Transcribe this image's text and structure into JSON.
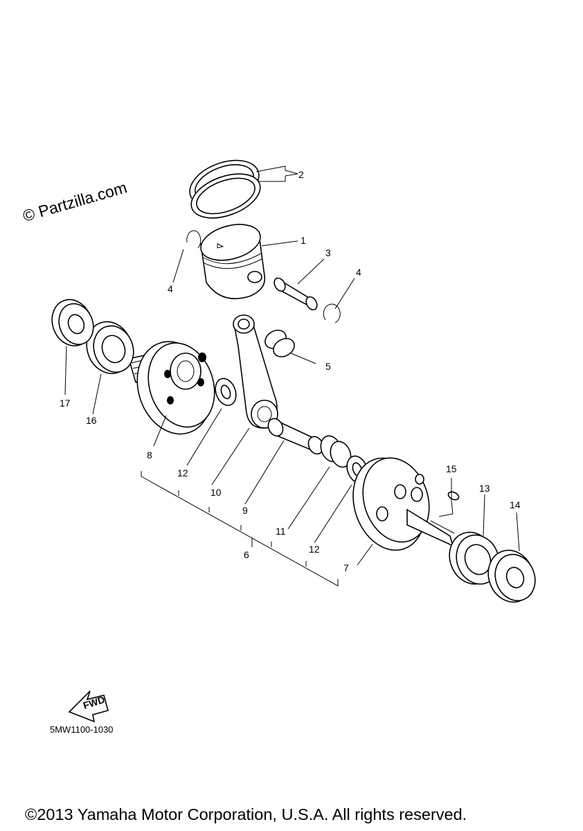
{
  "watermark": "© Partzilla.com",
  "drawing_code": "5MW1100-1030",
  "copyright": "©2013 Yamaha Motor Corporation, U.S.A. All rights reserved.",
  "fwd_label": "FWD",
  "callouts": {
    "c1": "1",
    "c2": "2",
    "c3": "3",
    "c4a": "4",
    "c4b": "4",
    "c5": "5",
    "c6": "6",
    "c7": "7",
    "c8": "8",
    "c9": "9",
    "c10": "10",
    "c11": "11",
    "c12a": "12",
    "c12b": "12",
    "c13": "13",
    "c14": "14",
    "c15": "15",
    "c16": "16",
    "c17": "17"
  }
}
